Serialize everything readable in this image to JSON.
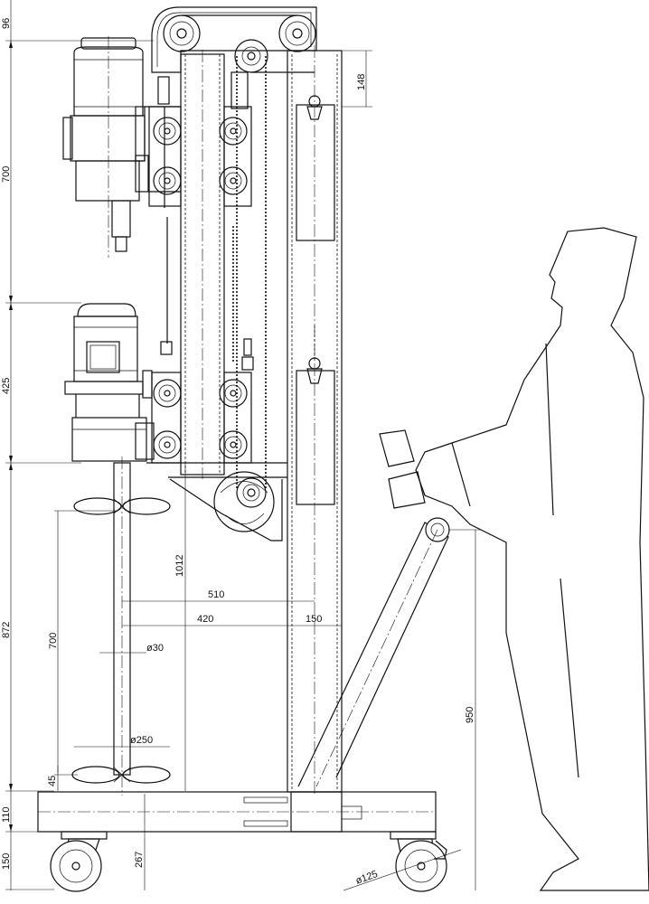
{
  "drawing": {
    "dimensions": {
      "d96": "96",
      "d700_left": "700",
      "d425": "425",
      "d872": "872",
      "d110": "110",
      "d150_left": "150",
      "d148": "148",
      "d1012": "1012",
      "d510": "510",
      "d420": "420",
      "d150_mid": "150",
      "d700_shaft": "700",
      "d_shaft_dia": "ø30",
      "d_impeller_dia": "ø250",
      "d45": "45",
      "d267": "267",
      "d950": "950",
      "d_wheel_dia": "ø125"
    }
  }
}
